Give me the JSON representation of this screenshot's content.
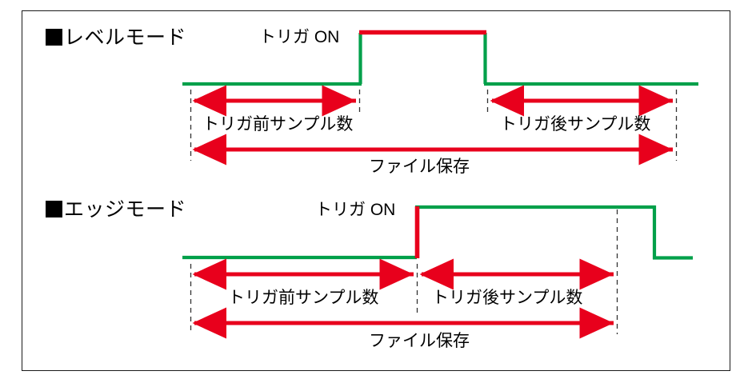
{
  "figure": {
    "background_color": "#ffffff",
    "border_color": "#1a1a1a",
    "signal_low_color": "#00a04a",
    "signal_high_color": "#00a04a",
    "trigger_color": "#e8001c",
    "arrow_color": "#e8001c",
    "guide_color": "#333333",
    "text_color": "#000000"
  },
  "sections": [
    {
      "id": "level-mode",
      "bullet": "■",
      "title": "レベルモード",
      "trigger_label": "トリガ ON",
      "pre_sample_label": "トリガ前サンプル数",
      "post_sample_label": "トリガ後サンプル数",
      "file_save_label": "ファイル保存"
    },
    {
      "id": "edge-mode",
      "bullet": "■",
      "title": "エッジモード",
      "trigger_label": "トリガ ON",
      "pre_sample_label": "トリガ前サンプル数",
      "post_sample_label": "トリガ後サンプル数",
      "file_save_label": "ファイル保存"
    }
  ],
  "chart_data": {
    "type": "line",
    "title": "",
    "description": "Two trigger-mode timing waveforms with pre/post trigger sample ranges and file save spans",
    "xlabel": "",
    "ylabel": "",
    "series": [
      {
        "name": "level-mode-waveform",
        "color": "#00a04a",
        "points": [
          {
            "x": 228,
            "y": 105
          },
          {
            "x": 449,
            "y": 105
          },
          {
            "x": 449,
            "y": 40
          },
          {
            "x": 608,
            "y": 40
          },
          {
            "x": 608,
            "y": 105
          },
          {
            "x": 873,
            "y": 105
          }
        ],
        "high_segment_color": "#e8001c",
        "high_segment": [
          {
            "x": 449,
            "y": 40
          },
          {
            "x": 608,
            "y": 40
          }
        ]
      },
      {
        "name": "edge-mode-waveform",
        "color": "#00a04a",
        "points": [
          {
            "x": 228,
            "y": 322
          },
          {
            "x": 521,
            "y": 322
          },
          {
            "x": 521,
            "y": 258
          },
          {
            "x": 818,
            "y": 258
          },
          {
            "x": 818,
            "y": 324
          },
          {
            "x": 866,
            "y": 324
          }
        ],
        "trigger_edge_color": "#e8001c",
        "trigger_edge": [
          {
            "x": 521,
            "y": 322
          },
          {
            "x": 521,
            "y": 258
          }
        ]
      }
    ],
    "annotations": [
      {
        "name": "level-pre-sample-range",
        "x_start": 238,
        "x_end": 449,
        "y": 126
      },
      {
        "name": "level-post-sample-range",
        "x_start": 610,
        "x_end": 845,
        "y": 126
      },
      {
        "name": "level-file-save-range",
        "x_start": 238,
        "x_end": 845,
        "y": 187
      },
      {
        "name": "edge-pre-sample-range",
        "x_start": 238,
        "x_end": 521,
        "y": 343
      },
      {
        "name": "edge-post-sample-range",
        "x_start": 523,
        "x_end": 771,
        "y": 343
      },
      {
        "name": "edge-file-save-range",
        "x_start": 238,
        "x_end": 771,
        "y": 404
      }
    ],
    "guides": [
      {
        "name": "level-guide-start",
        "x": 238,
        "y_top": 112,
        "y_bottom": 200
      },
      {
        "name": "level-guide-trigger-on",
        "x": 449,
        "y_top": 112,
        "y_bottom": 140
      },
      {
        "name": "level-guide-trigger-off",
        "x": 610,
        "y_top": 112,
        "y_bottom": 140
      },
      {
        "name": "level-guide-end",
        "x": 845,
        "y_top": 112,
        "y_bottom": 200
      },
      {
        "name": "edge-guide-start",
        "x": 238,
        "y_top": 330,
        "y_bottom": 417
      },
      {
        "name": "edge-guide-trigger",
        "x": 521,
        "y_top": 330,
        "y_bottom": 395
      },
      {
        "name": "edge-guide-end",
        "x": 771,
        "y_top": 262,
        "y_bottom": 417
      }
    ]
  }
}
